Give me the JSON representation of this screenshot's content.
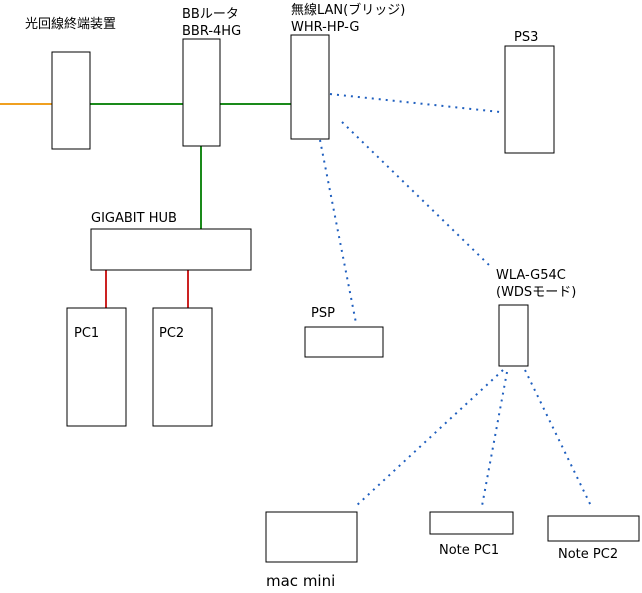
{
  "devices": {
    "ont": {
      "label": "光回線終端装置"
    },
    "router": {
      "label_line1": "BBルータ",
      "label_line2": "BBR-4HG"
    },
    "wlan": {
      "label_line1": "無線LAN(ブリッジ)",
      "label_line2": "WHR-HP-G"
    },
    "ps3": {
      "label": "PS3"
    },
    "hub": {
      "label": "GIGABIT HUB"
    },
    "pc1": {
      "label": "PC1"
    },
    "pc2": {
      "label": "PC2"
    },
    "psp": {
      "label": "PSP"
    },
    "wla": {
      "label_line1": "WLA-G54C",
      "label_line2": "(WDSモード)"
    },
    "macmini": {
      "label": "mac mini"
    },
    "notepc1": {
      "label": "Note PC1"
    },
    "notepc2": {
      "label": "Note PC2"
    }
  },
  "colors": {
    "wan_link": "#f0a020",
    "lan_green": "#1a8a1a",
    "lan_red": "#cc2222",
    "wireless": "#1f5fbf"
  }
}
